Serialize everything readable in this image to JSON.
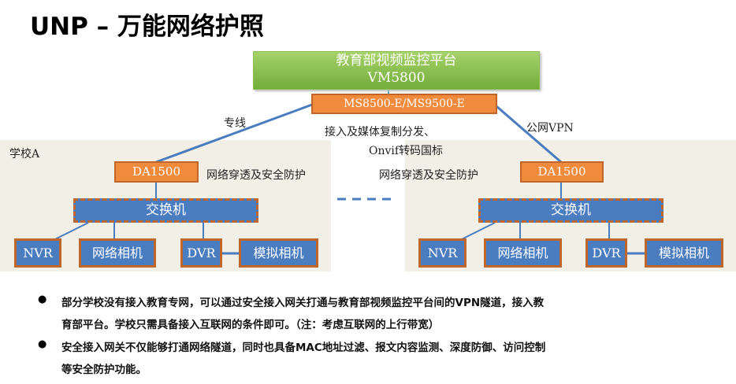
{
  "title": "UNP – 万能网络护照",
  "platform": {
    "name": "教育部视频监控平台",
    "model": "VM5800"
  },
  "gateway": {
    "model": "MS8500-E/MS9500-E",
    "desc_line1": "接入及媒体复制分发、",
    "desc_line2": "Onvif转码国标"
  },
  "links": {
    "left": "专线",
    "right": "公网VPN"
  },
  "schools": [
    {
      "label": "学校A",
      "access": "DA1500",
      "access_desc": "网络穿透及安全防护",
      "switch": "交换机",
      "devices": [
        "NVR",
        "网络相机",
        "DVR",
        "模拟相机"
      ]
    },
    {
      "label": "",
      "access": "DA1500",
      "access_desc": "网络穿透及安全防护",
      "switch": "交换机",
      "devices": [
        "NVR",
        "网络相机",
        "DVR",
        "模拟相机"
      ]
    }
  ],
  "bullets": [
    {
      "line1": "部分学校没有接入教育专网，可以通过安全接入网关打通与教育部视频监控平台间的VPN隧道，接入教",
      "line2": "育部平台。学校只需具备接入互联网的条件即可。（注：考虑互联网的上行带宽）"
    },
    {
      "line1": "安全接入网关不仅能够打通网络隧道，同时也具备MAC地址过滤、报文内容监测、深度防御、访问控制",
      "line2": "等安全防护功能。"
    }
  ],
  "colors": {
    "green": "#72ad3a",
    "orange": "#f08a3c",
    "blue": "#4a7cc0",
    "line": "#4a7cc0"
  }
}
